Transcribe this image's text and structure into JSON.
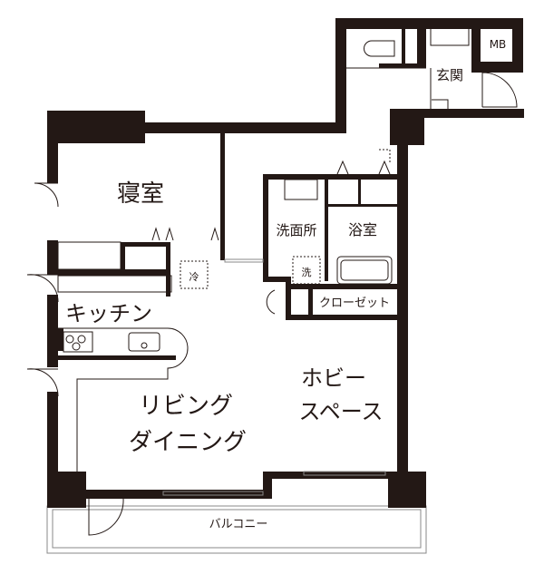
{
  "rooms": {
    "bedroom": "寝室",
    "washroom": "洗面所",
    "bathroom": "浴室",
    "entrance": "玄関",
    "meter_box": "MB",
    "closet": "クローゼット",
    "kitchen": "キッチン",
    "living_line1": "リビング",
    "living_line2": "ダイニング",
    "hobby_line1": "ホビー",
    "hobby_line2": "スペース",
    "balcony": "バルコニー"
  },
  "fixtures": {
    "fridge": "冷",
    "washer": "洗"
  }
}
